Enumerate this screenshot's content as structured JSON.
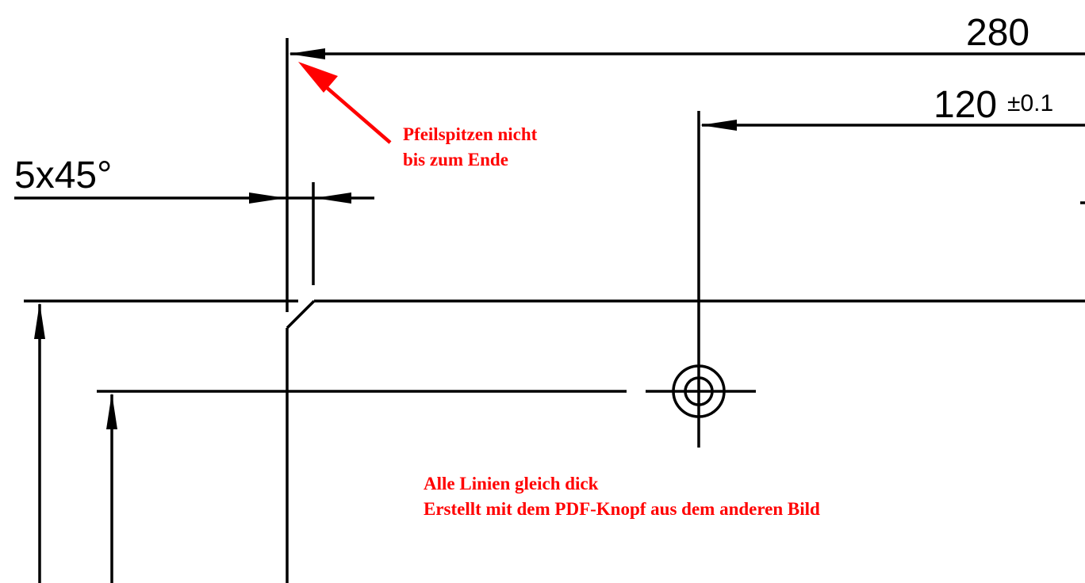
{
  "dimensions": {
    "overall_length": "280",
    "hole_position": "120",
    "hole_tolerance": "±0.1",
    "chamfer": "5x45°"
  },
  "annotations": {
    "arrowhead_note": [
      "Pfeilspitzen nicht",
      "bis zum Ende"
    ],
    "line_note": [
      "Alle Linien gleich dick",
      "Erstellt mit dem PDF-Knopf aus dem anderen Bild"
    ]
  },
  "colors": {
    "drawing": "#000000",
    "annotation": "#ff0000",
    "background": "#ffffff"
  }
}
